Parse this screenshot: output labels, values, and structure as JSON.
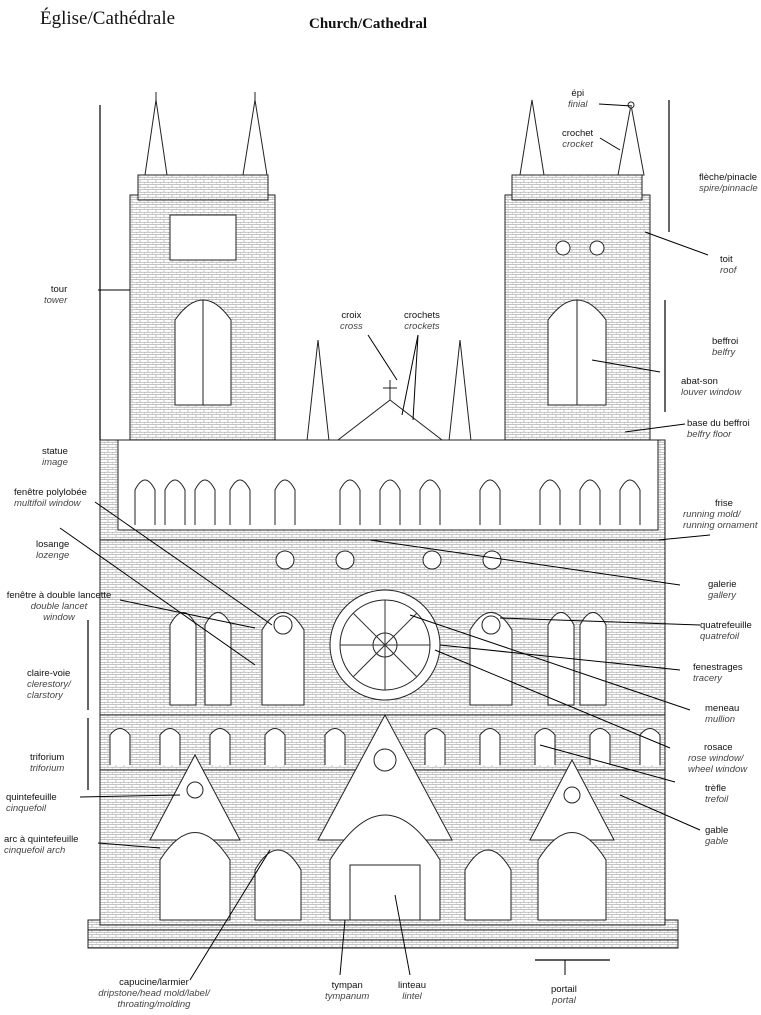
{
  "header": {
    "title_fr": "Église/Cathédrale",
    "title_en": "Church/Cathedral"
  },
  "labels": {
    "epi": {
      "fr": "épi",
      "en": "finial"
    },
    "crochet": {
      "fr": "crochet",
      "en": "crocket"
    },
    "fleche": {
      "fr": "flèche/pinacle",
      "en": "spire/pinnacle"
    },
    "toit": {
      "fr": "toit",
      "en": "roof"
    },
    "croix": {
      "fr": "croix",
      "en": "cross"
    },
    "crochets": {
      "fr": "crochets",
      "en": "crockets"
    },
    "tour": {
      "fr": "tour",
      "en": "tower"
    },
    "beffroi": {
      "fr": "beffroi",
      "en": "belfry"
    },
    "abatson": {
      "fr": "abat-son",
      "en": "louver window"
    },
    "basebeffroi": {
      "fr": "base du beffroi",
      "en": "belfry floor"
    },
    "statue": {
      "fr": "statue",
      "en": "image"
    },
    "fenetrepoly": {
      "fr": "fenêtre polylobée",
      "en": "multifoil window"
    },
    "frise": {
      "fr": "frise",
      "en": "running mold/",
      "en2": "running ornament"
    },
    "losange": {
      "fr": "losange",
      "en": "lozenge"
    },
    "galerie": {
      "fr": "galerie",
      "en": "gallery"
    },
    "fenetredouble": {
      "fr": "fenêtre à double lancette",
      "en": "double lancet",
      "en2": "window"
    },
    "quatrefeuille": {
      "fr": "quatrefeuille",
      "en": "quatrefoil"
    },
    "clairevoie": {
      "fr": "claire-voie",
      "en": "clerestory/",
      "en2": "clarstory"
    },
    "fenestrages": {
      "fr": "fenestrages",
      "en": "tracery"
    },
    "meneau": {
      "fr": "meneau",
      "en": "mullion"
    },
    "triforium": {
      "fr": "triforium",
      "en": "triforium"
    },
    "rosace": {
      "fr": "rosace",
      "en": "rose window/",
      "en2": "wheel window"
    },
    "quintefeuille": {
      "fr": "quintefeuille",
      "en": "cinquefoil"
    },
    "trefle": {
      "fr": "trèfle",
      "en": "trefoil"
    },
    "arcquint": {
      "fr": "arc à quintefeuille",
      "en": "cinquefoil arch"
    },
    "gable": {
      "fr": "gable",
      "en": "gable"
    },
    "capucine": {
      "fr": "capucine/larmier",
      "en": "dripstone/head mold/label/",
      "en2": "throating/molding"
    },
    "tympan": {
      "fr": "tympan",
      "en": "tympanum"
    },
    "linteau": {
      "fr": "linteau",
      "en": "lintel"
    },
    "portail": {
      "fr": "portail",
      "en": "portal"
    }
  }
}
